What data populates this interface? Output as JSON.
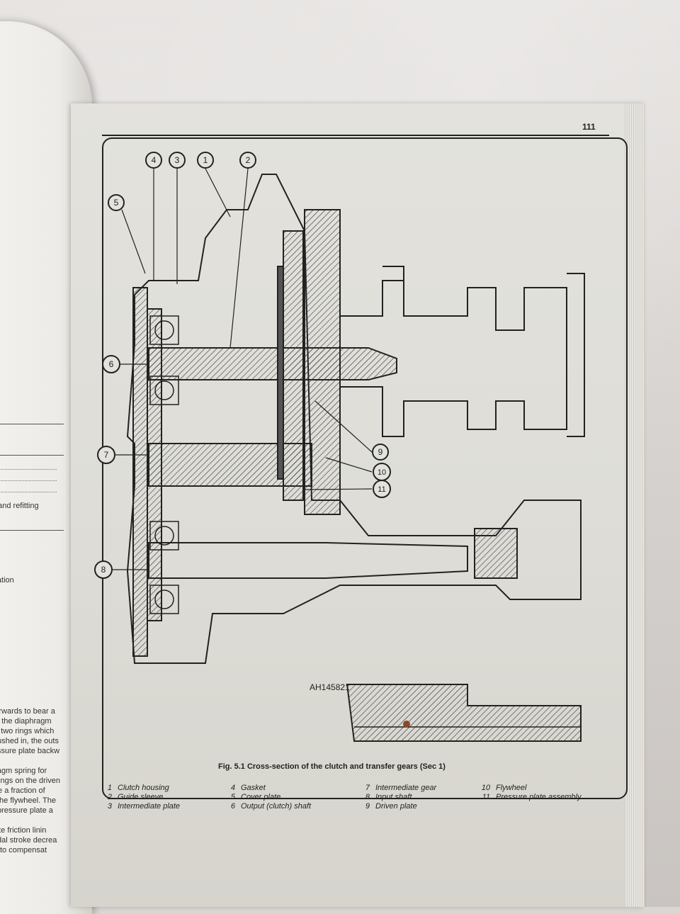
{
  "page": {
    "number": "111"
  },
  "figure": {
    "caption": "Fig. 5.1 Cross-section of the clutch and transfer gears (Sec 1)",
    "drawing_ref": "AH145821",
    "callouts": [
      "1",
      "2",
      "3",
      "4",
      "5",
      "6",
      "7",
      "8",
      "9",
      "10",
      "11"
    ]
  },
  "legend": {
    "col1": [
      {
        "num": "1",
        "text": "Clutch housing"
      },
      {
        "num": "2",
        "text": "Guide sleeve"
      },
      {
        "num": "3",
        "text": "Intermediate plate"
      }
    ],
    "col2": [
      {
        "num": "4",
        "text": "Gasket"
      },
      {
        "num": "5",
        "text": "Cover plate"
      },
      {
        "num": "6",
        "text": "Output (clutch) shaft"
      }
    ],
    "col3": [
      {
        "num": "7",
        "text": "Intermediate gear"
      },
      {
        "num": "8",
        "text": "Input shaft"
      },
      {
        "num": "9",
        "text": "Driven plate"
      }
    ],
    "col4": [
      {
        "num": "10",
        "text": "Flywheel"
      },
      {
        "num": "11",
        "text": "Pressure plate assembly"
      }
    ]
  },
  "left_page": {
    "fragments": [
      "val and refitting",
      "peration",
      "g forwards to bear a",
      "of the diaphragm",
      "n two rings which",
      "pushed in, the outs",
      "ssure plate backw",
      "phragm spring for",
      "nings on the driven",
      "te a fraction of",
      "the flywheel. The",
      "pressure plate a",
      "ate friction linin",
      "dal stroke decrea",
      "to compensat"
    ]
  }
}
